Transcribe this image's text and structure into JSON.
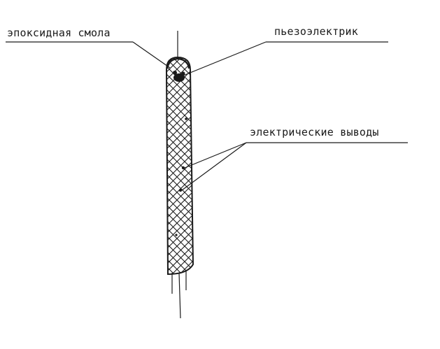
{
  "labels": {
    "epoxy": "эпоксидная смола",
    "piezo": "пьезоэлектрик",
    "leads": "электрические выводы"
  },
  "colors": {
    "ink": "#1a1a1a",
    "background": "#ffffff"
  }
}
